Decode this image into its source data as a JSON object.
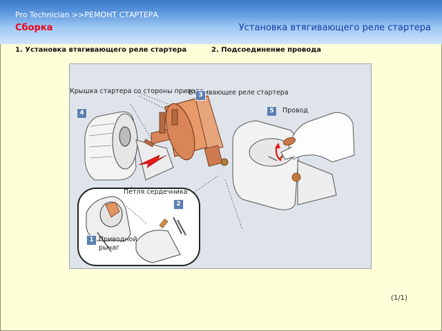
{
  "header": {
    "app_title": "Pro  Technician >>РЕМОНТ СТАРТЕРА",
    "section_title": "Сборка",
    "procedure_title": "Установка втягивающего реле стартера"
  },
  "steps": [
    {
      "label": "1. Установка втягивающего реле стартера"
    },
    {
      "label": "2. Подсоединение провода"
    }
  ],
  "figure": {
    "labels": {
      "drive_cover": "Крышка стартера со стороны привода",
      "solenoid": "Втягивающее реле стартера",
      "wire": "Провод",
      "plunger_loop": "Петля сердечника",
      "drive_lever": "Приводной рычаг"
    },
    "badges": {
      "b1": "1",
      "b2": "2",
      "b3": "3",
      "b4": "4",
      "b5": "5"
    }
  },
  "pager": "(1/1)"
}
